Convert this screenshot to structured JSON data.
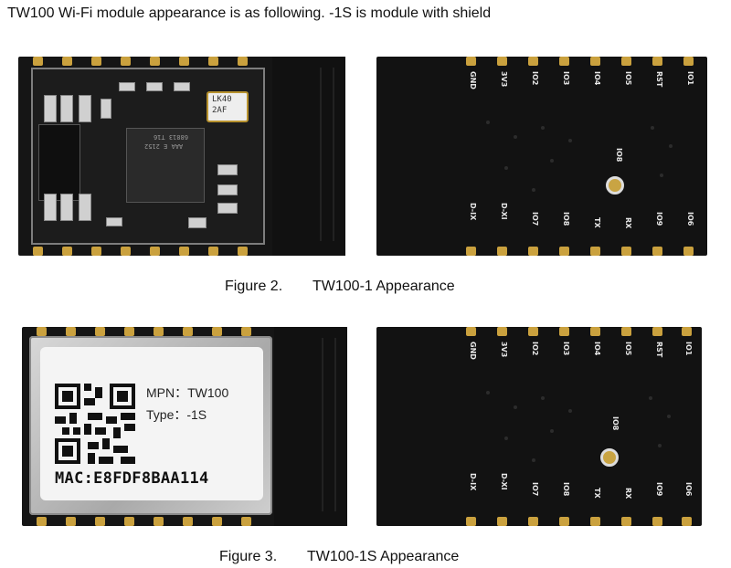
{
  "intro": "TW100 Wi-Fi module appearance is as following. -1S is module with shield",
  "figure2": {
    "number": "Figure 2.",
    "title": "TW100-1 Appearance"
  },
  "figure3": {
    "number": "Figure 3.",
    "title": "TW100-1S Appearance"
  },
  "front_components": {
    "crystal_line1": "LK40",
    "crystal_line2": "2AF",
    "chip_line1": "68813 T16",
    "chip_line2": "AAA E 2152"
  },
  "back_pins_top": [
    "GND",
    "3V3",
    "IO2",
    "IO3",
    "IO4",
    "IO5",
    "RST",
    "IO1"
  ],
  "back_pins_bottom": [
    "D-IX",
    "D-XI",
    "IO7",
    "IO8",
    "TX",
    "RX",
    "IO9",
    "IO6"
  ],
  "back_center_label": "IO8",
  "shield_label": {
    "mpn": "MPN：TW100",
    "type": "Type：-1S",
    "mac": "MAC:E8FDF8BAA114"
  },
  "colors": {
    "pcb": "#151515",
    "pad": "#caa13e",
    "shield": "#bdbdbd",
    "sticker": "#f4f4f4"
  }
}
